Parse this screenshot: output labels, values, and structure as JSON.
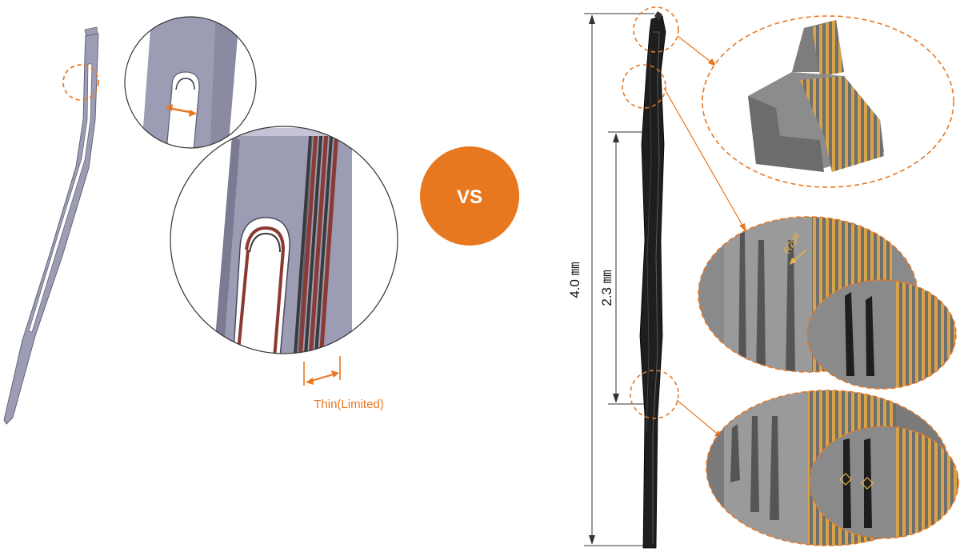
{
  "left_panel": {
    "annotation": "Thin(Limited)",
    "colors": {
      "body": "#9c9cb4",
      "body_dark": "#6e6e86",
      "accent": "#e87722",
      "plating": "#8a3a32"
    }
  },
  "vs_badge": {
    "label": "VS",
    "color": "#e8781f"
  },
  "right_panel": {
    "total_length_label": "4.0 ㎜",
    "mid_length_label": "2.3 ㎜",
    "radius_label": "R2㎛",
    "colors": {
      "probe": "#1e1e1e",
      "layer": "#d8a44a",
      "gray": "#8a8a8a",
      "accent": "#e87722"
    }
  }
}
